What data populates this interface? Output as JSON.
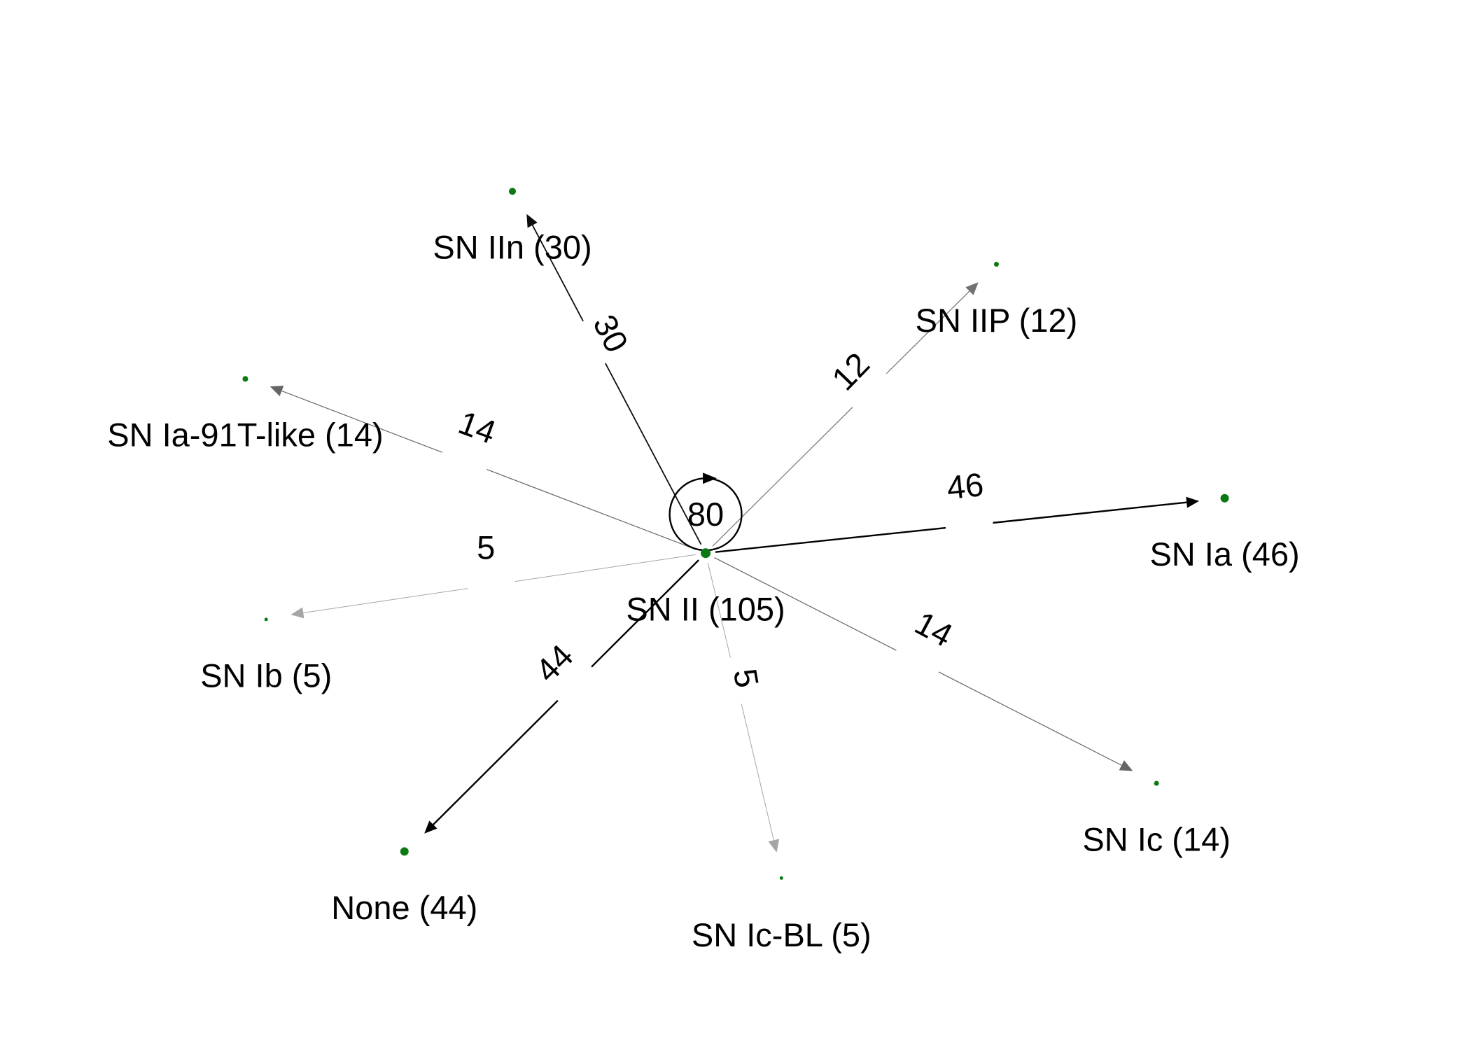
{
  "graph": {
    "center": {
      "id": "sn-ii",
      "label": "SN II (105)",
      "self_loop": "80"
    },
    "nodes": [
      {
        "id": "sn-iin",
        "label": "SN IIn (30)"
      },
      {
        "id": "sn-iip",
        "label": "SN IIP (12)"
      },
      {
        "id": "sn-ia-91t",
        "label": "SN Ia-91T-like (14)"
      },
      {
        "id": "sn-ia",
        "label": "SN Ia (46)"
      },
      {
        "id": "sn-ib",
        "label": "SN Ib (5)"
      },
      {
        "id": "none",
        "label": "None (44)"
      },
      {
        "id": "sn-ic-bl",
        "label": "SN Ic-BL (5)"
      },
      {
        "id": "sn-ic",
        "label": "SN Ic (14)"
      }
    ],
    "edges": [
      {
        "to": "sn-iin",
        "weight": "30"
      },
      {
        "to": "sn-iip",
        "weight": "12"
      },
      {
        "to": "sn-ia-91t",
        "weight": "14"
      },
      {
        "to": "sn-ia",
        "weight": "46"
      },
      {
        "to": "sn-ib",
        "weight": "5"
      },
      {
        "to": "none",
        "weight": "44"
      },
      {
        "to": "sn-ic-bl",
        "weight": "5"
      },
      {
        "to": "sn-ic",
        "weight": "14"
      }
    ],
    "colors": {
      "node": "#0b7a12",
      "edge": "#000000"
    }
  }
}
